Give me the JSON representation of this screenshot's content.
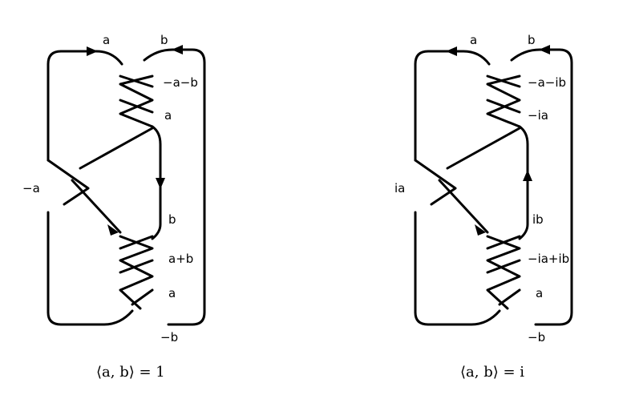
{
  "diagrams": [
    {
      "name": "left-diagram",
      "caption": "⟨a, b⟩ = 1",
      "labels": [
        "a",
        "b",
        "−a−b",
        "a",
        "−a",
        "b",
        "a+b",
        "a",
        "−b"
      ]
    },
    {
      "name": "right-diagram",
      "caption": "⟨a, b⟩ = i",
      "labels": [
        "a",
        "b",
        "−a−ib",
        "−ia",
        "ia",
        "ib",
        "−ia+ib",
        "a",
        "−b"
      ]
    }
  ]
}
